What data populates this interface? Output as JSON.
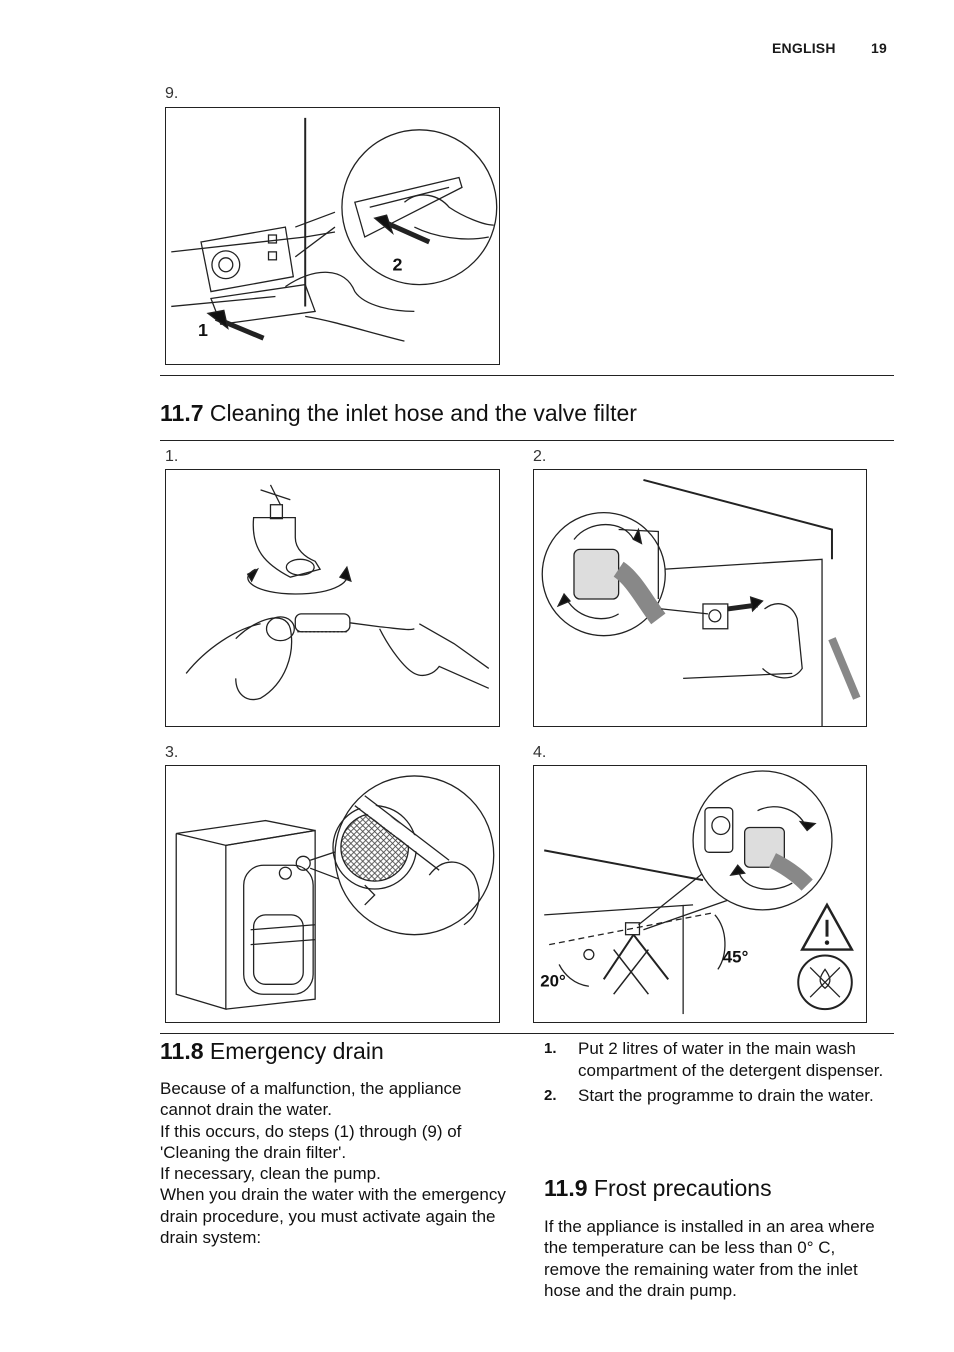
{
  "header": {
    "language": "ENGLISH",
    "page_number": "19"
  },
  "figure_9": {
    "label": "9.",
    "callout_1": "1",
    "callout_2": "2"
  },
  "section_11_7": {
    "number": "11.7",
    "title": "Cleaning the inlet hose and the valve filter",
    "figures": [
      {
        "label": "1."
      },
      {
        "label": "2."
      },
      {
        "label": "3."
      },
      {
        "label": "4.",
        "angle_1": "20°",
        "angle_2": "45°"
      }
    ]
  },
  "section_11_8": {
    "number": "11.8",
    "title": "Emergency drain",
    "paragraphs": [
      "Because of a malfunction, the appliance cannot drain the water.",
      "If this occurs, do steps (1) through (9) of 'Cleaning the drain filter'.",
      "If necessary, clean the pump.",
      "When you drain the water with the emergency drain procedure, you must activate again the drain system:"
    ],
    "steps": [
      {
        "num": "1.",
        "text": "Put 2 litres of water in the main wash compartment of the detergent dispenser."
      },
      {
        "num": "2.",
        "text": "Start the programme to drain the water."
      }
    ]
  },
  "section_11_9": {
    "number": "11.9",
    "title": "Frost precautions",
    "paragraph": "If the appliance is installed in an area where the temperature can be less than 0° C, remove the remaining water from the inlet hose and the drain pump."
  }
}
